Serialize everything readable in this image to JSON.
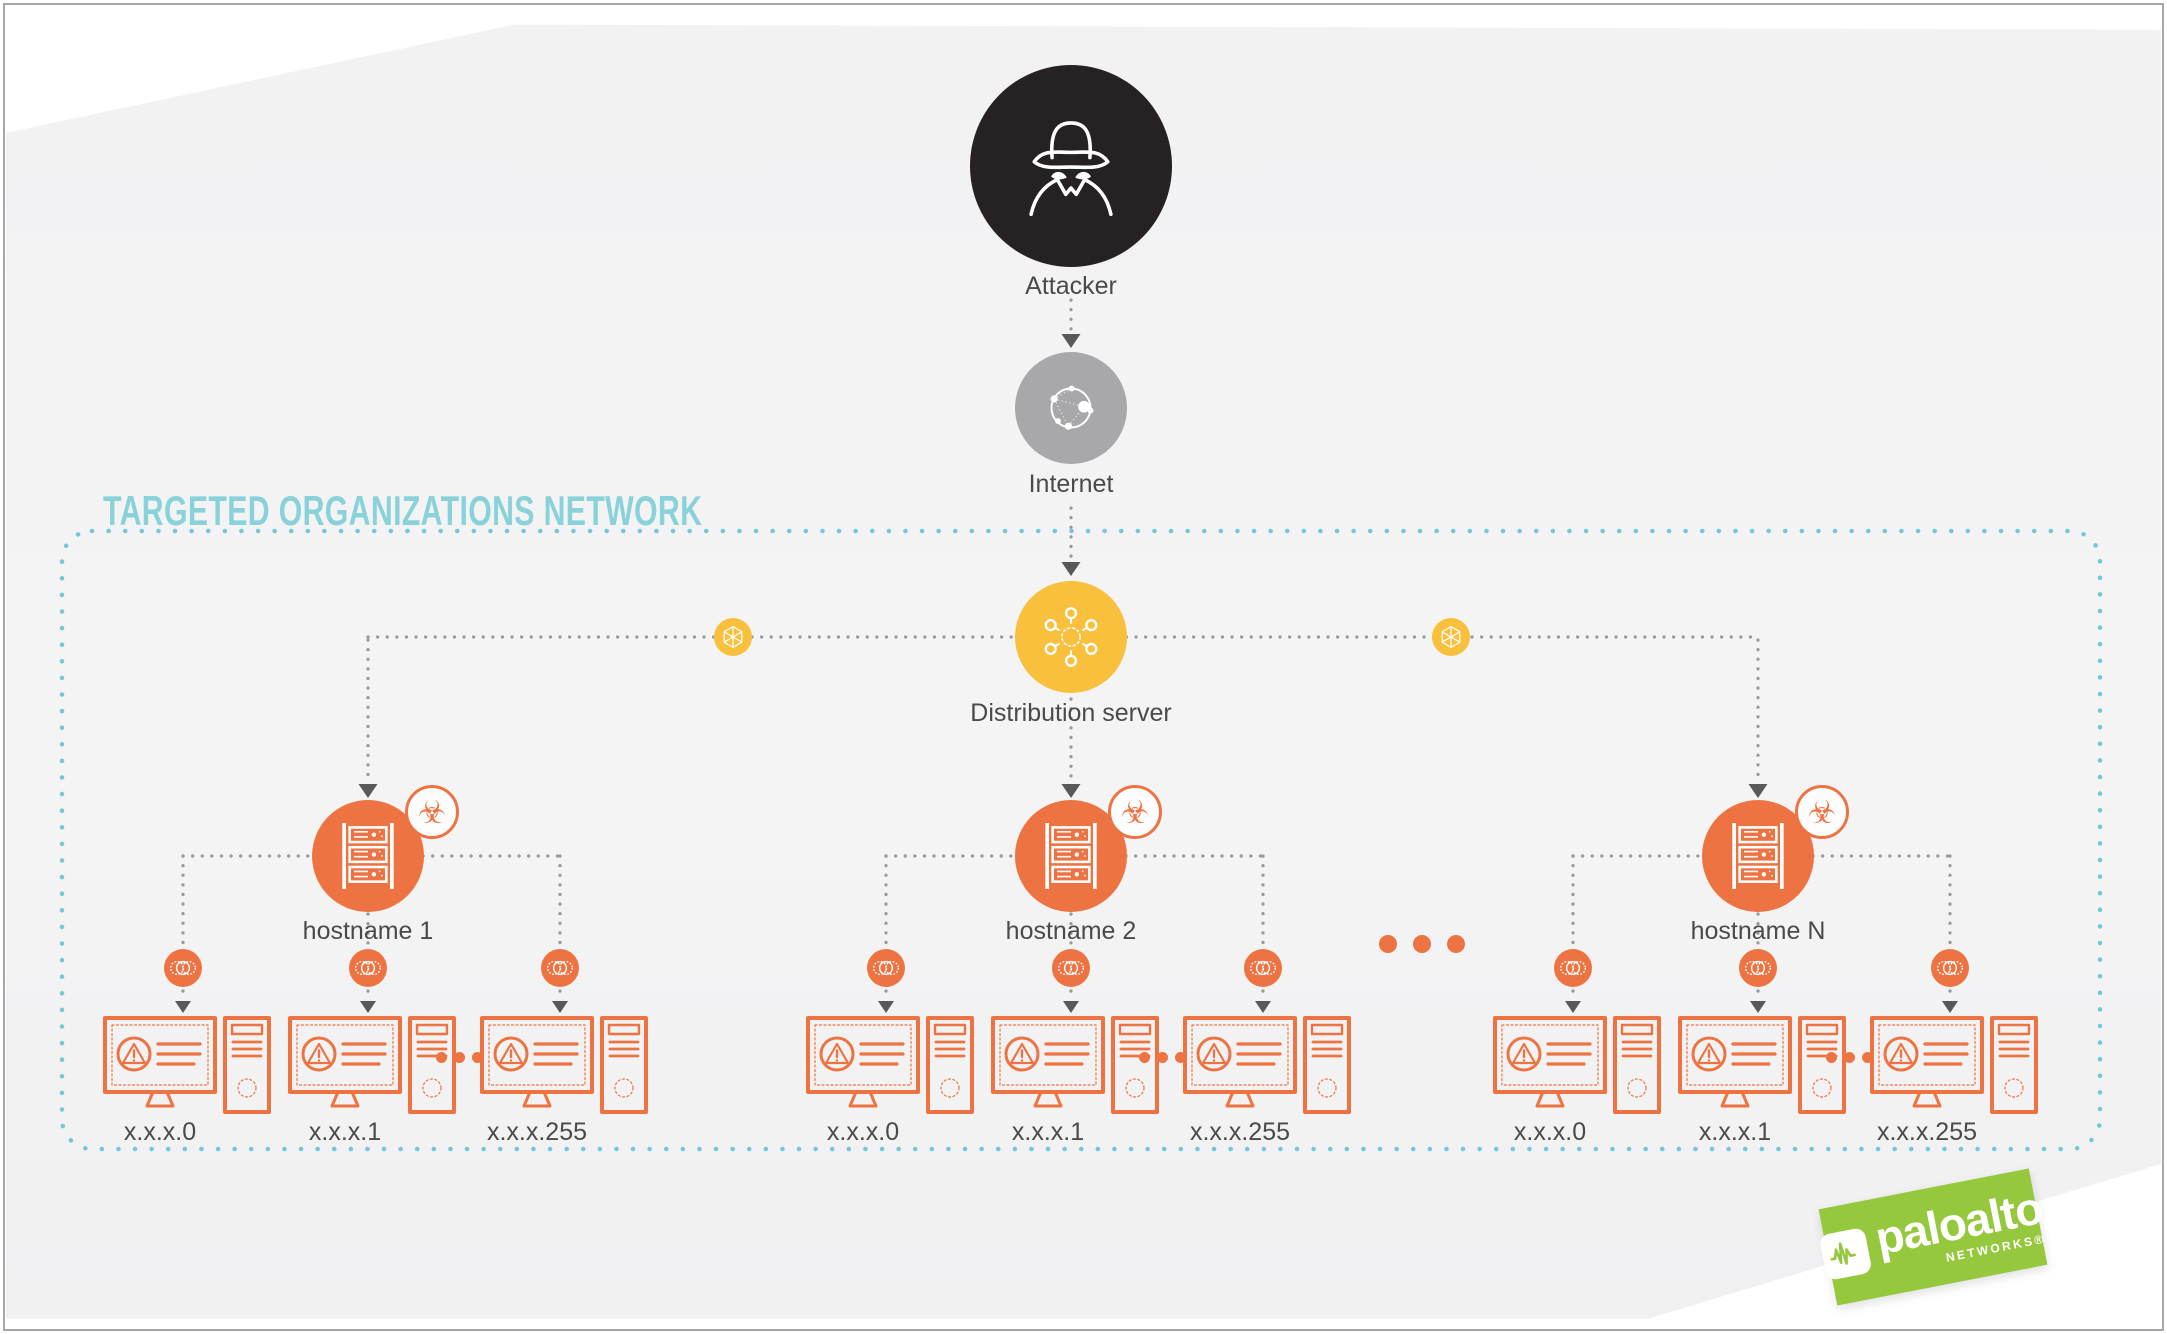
{
  "title": "TARGETED ORGANIZATIONS NETWORK",
  "nodes": {
    "attacker": {
      "label": "Attacker"
    },
    "internet": {
      "label": "Internet"
    },
    "distribution_server": {
      "label": "Distribution server"
    }
  },
  "groups": [
    {
      "hostname": "hostname 1",
      "endpoints": [
        "x.x.x.0",
        "x.x.x.1",
        "x.x.x.255"
      ]
    },
    {
      "hostname": "hostname 2",
      "endpoints": [
        "x.x.x.0",
        "x.x.x.1",
        "x.x.x.255"
      ]
    },
    {
      "hostname": "hostname N",
      "endpoints": [
        "x.x.x.0",
        "x.x.x.1",
        "x.x.x.255"
      ]
    }
  ],
  "ellipsis": {
    "between_groups": "...",
    "between_endpoints": "..."
  },
  "icons": {
    "attacker": "spy-icon",
    "internet": "network-globe-icon",
    "distribution_server": "hub-spokes-icon",
    "relay": "wireframe-cube-icon",
    "host": "server-rack-icon",
    "infection_badge": "biohazard-icon",
    "payload": "overlapping-circles-icon",
    "endpoint": "monitor-warning-icon",
    "biohazard_glyph": "☣"
  },
  "logo": {
    "brand": "paloalto",
    "subtext": "NETWORKS®"
  },
  "colors": {
    "orange": "#ee7343",
    "yellow": "#f8c03d",
    "teal_title": "#89d2da",
    "teal_border": "#74c8d5",
    "attacker_black": "#262223",
    "internet_gray": "#a8a8aa",
    "label_gray": "#4a4a4c",
    "connector_gray": "#97999c",
    "arrow_gray": "#58595b",
    "logo_green": "#96c83e",
    "background_gray": "#f2f2f3"
  }
}
